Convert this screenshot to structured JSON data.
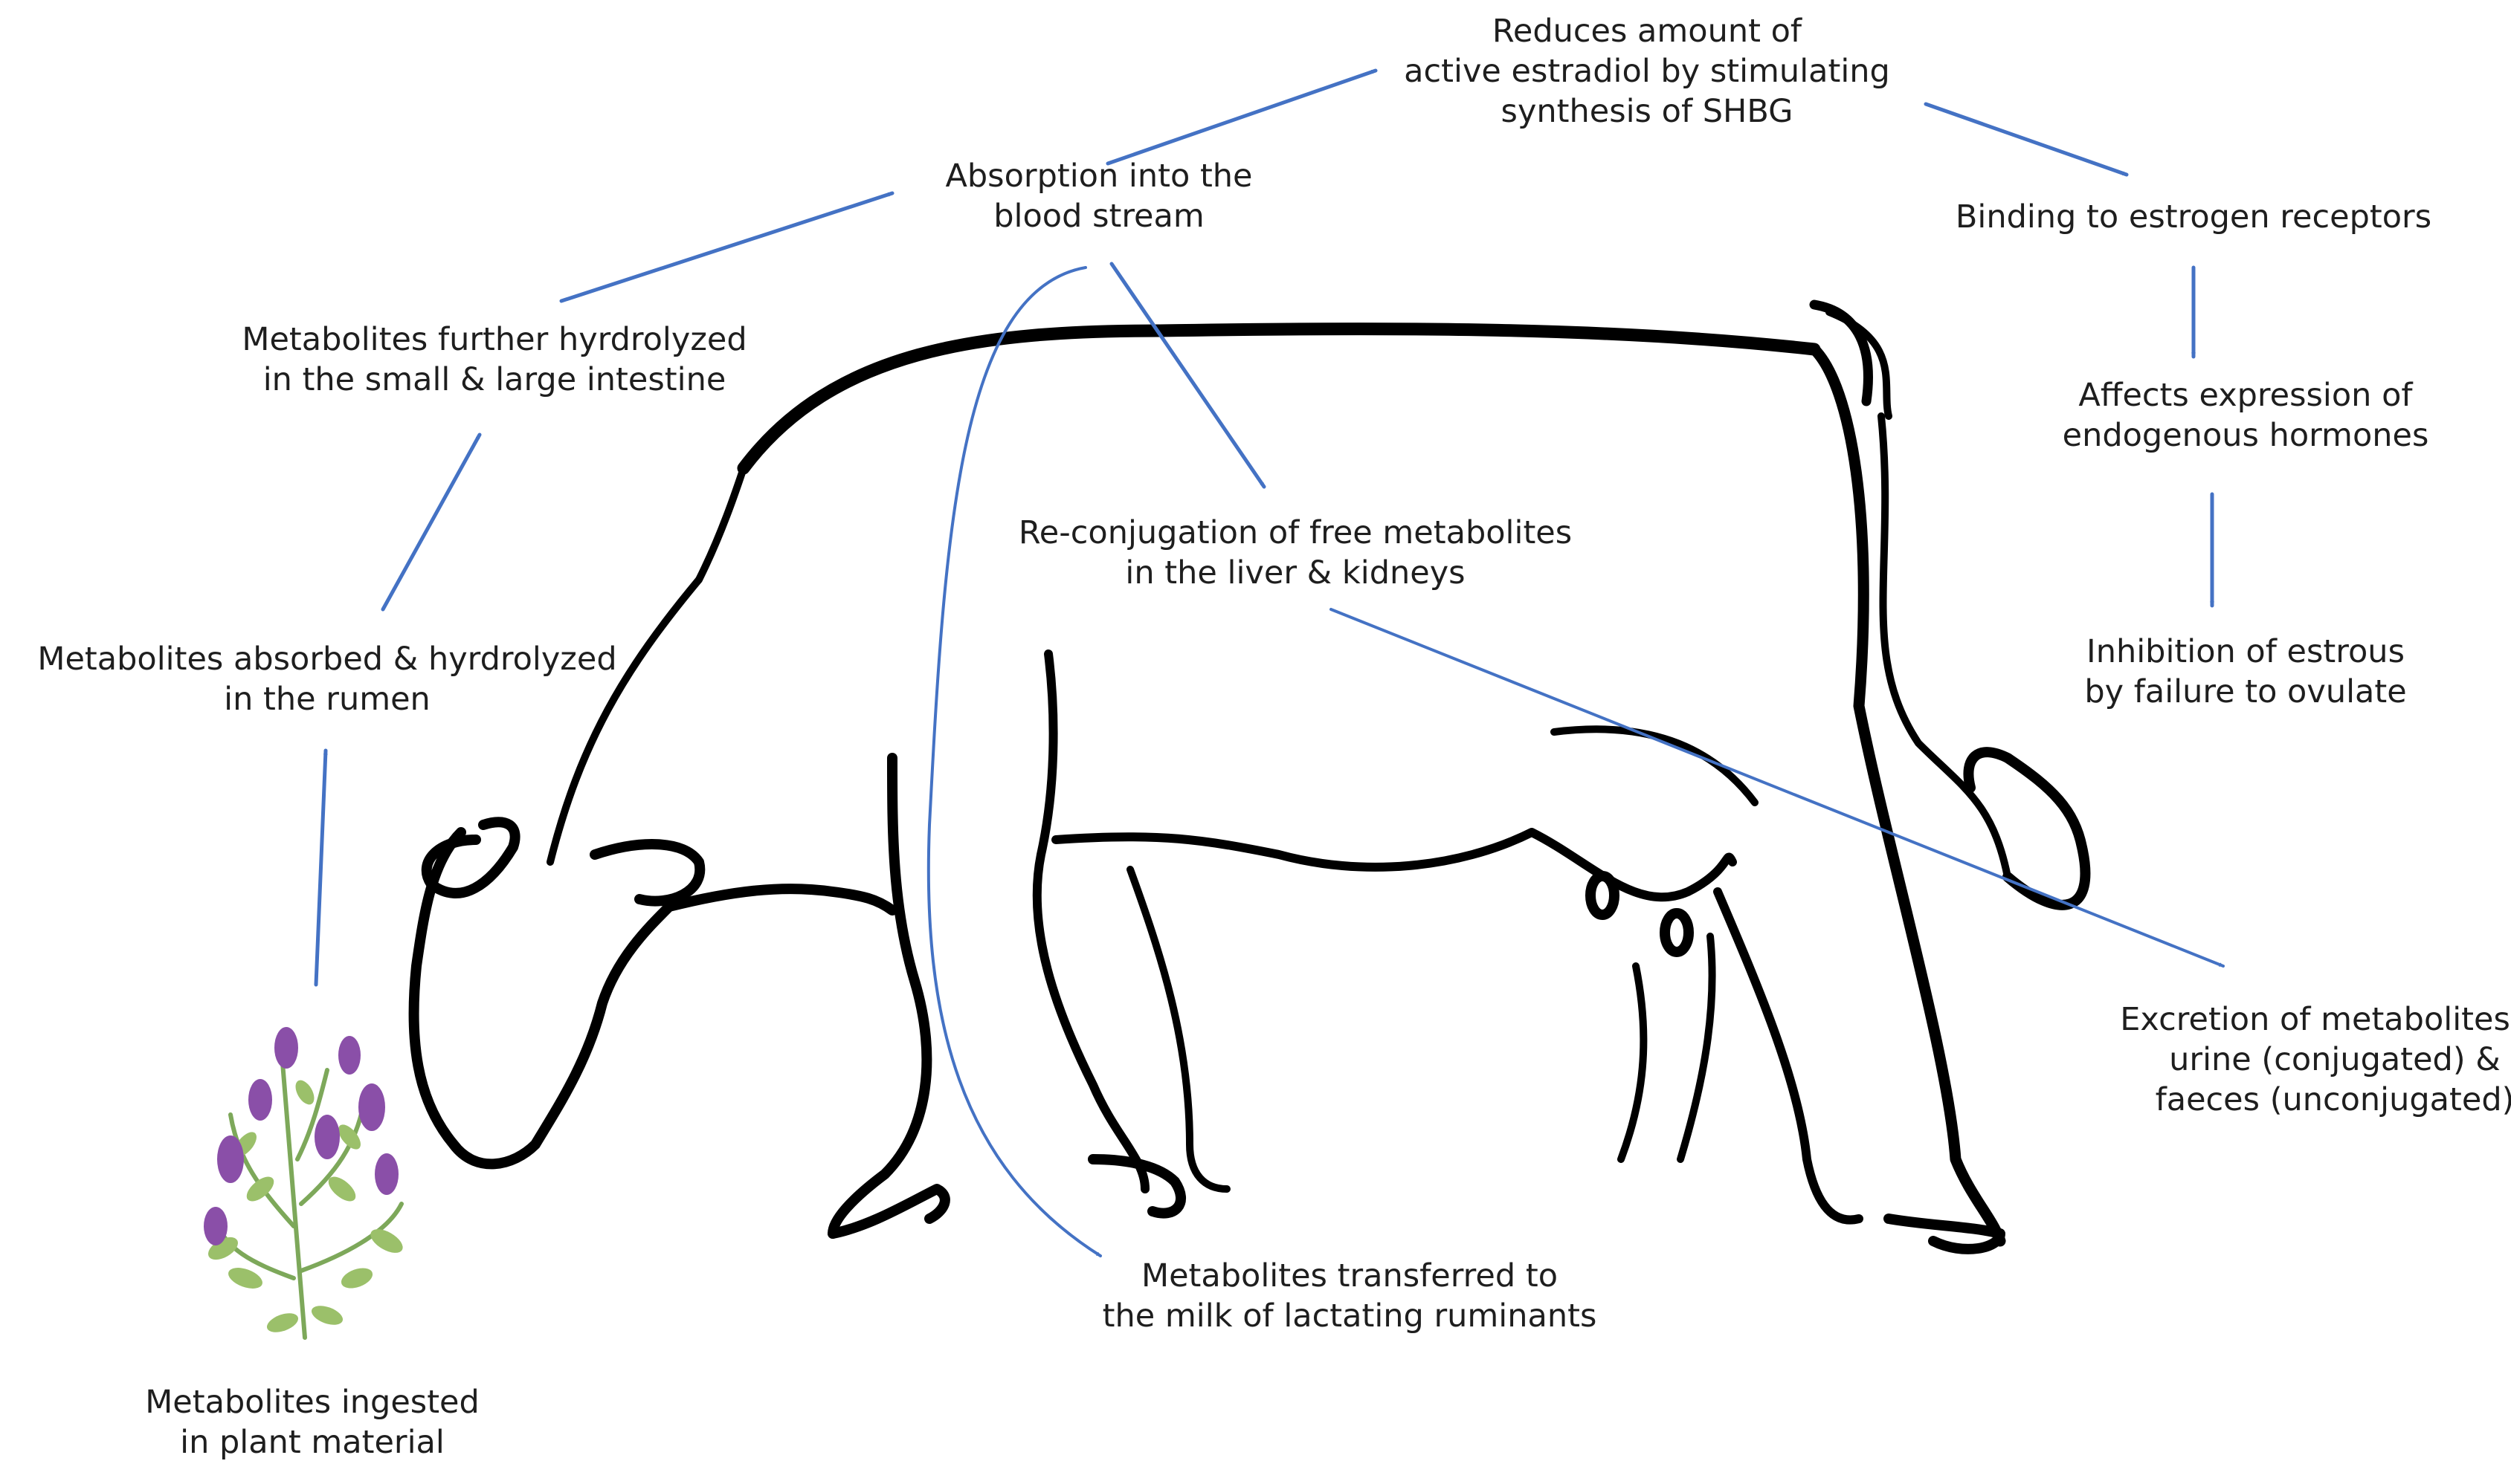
{
  "colors": {
    "arrow": "#4472c4",
    "outline": "#000000",
    "text": "#1e1e1e",
    "flower": "#8a4fa8",
    "leaf": "#9bc06a"
  },
  "icons": {
    "animal": "cow-outline",
    "plant": "alfalfa-plant-icon"
  },
  "nodes": {
    "ingested": [
      "Metabolites ingested",
      "in plant material"
    ],
    "rumen": [
      "Metabolites absorbed & hyrdrolyzed",
      "in the rumen"
    ],
    "intestine": [
      "Metabolites further hyrdrolyzed",
      "in the small & large intestine"
    ],
    "bloodstream": [
      "Absorption into the",
      "blood stream"
    ],
    "shbg": [
      "Reduces amount of",
      "active estradiol by stimulating",
      "synthesis of SHBG"
    ],
    "receptors": [
      "Binding to estrogen receptors"
    ],
    "hormones": [
      "Affects expression of",
      "endogenous hormones"
    ],
    "estrous": [
      "Inhibition of estrous",
      "by failure to ovulate"
    ],
    "reconjugation": [
      "Re-conjugation of free metabolites",
      "in the liver & kidneys"
    ],
    "excretion": [
      "Excretion of metabolites in",
      "urine (conjugated) &",
      "faeces (unconjugated)"
    ],
    "milk": [
      "Metabolites transferred to",
      "the milk of lactating ruminants"
    ]
  }
}
